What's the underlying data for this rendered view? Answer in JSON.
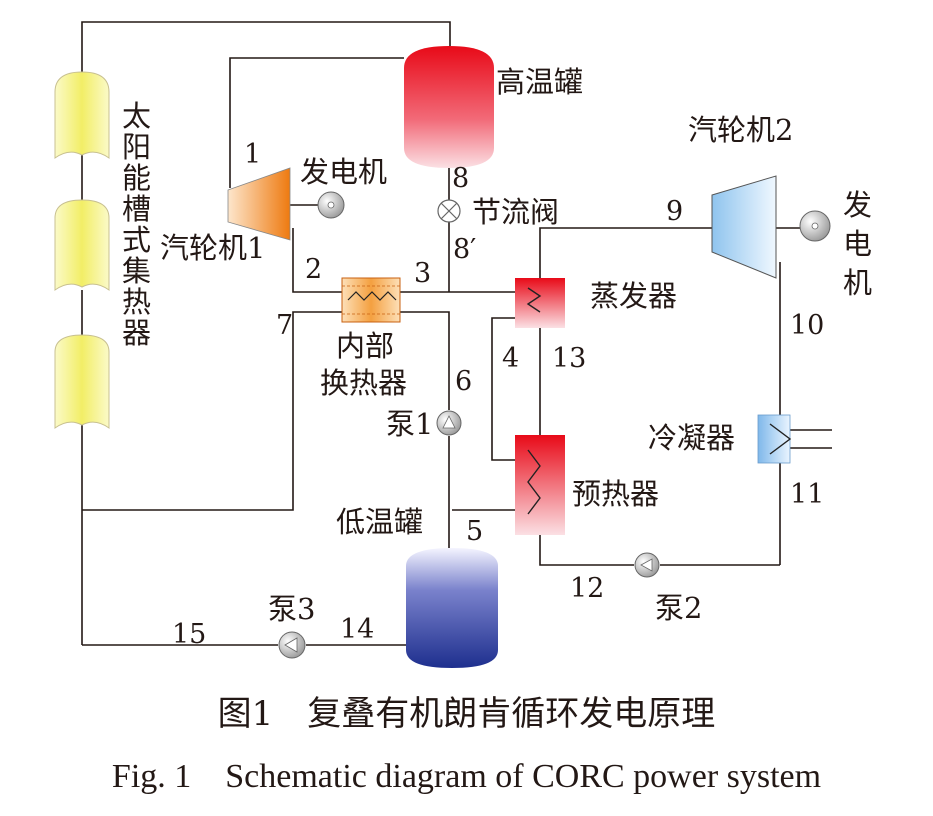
{
  "labels": {
    "high_tank": "高温罐",
    "low_tank": "低温罐",
    "turbine1": "汽轮机1",
    "turbine2": "汽轮机2",
    "generator1": "发电机",
    "generator2_line1": "发",
    "generator2_line2": "电",
    "generator2_line3": "机",
    "throttle": "节流阀",
    "ihx_line1": "内部",
    "ihx_line2": "换热器",
    "evaporator": "蒸发器",
    "preheater": "预热器",
    "condenser": "冷凝器",
    "pump1": "泵1",
    "pump2": "泵2",
    "pump3": "泵3",
    "collector_chars": [
      "太",
      "阳",
      "能",
      "槽",
      "式",
      "集",
      "热",
      "器"
    ]
  },
  "state_points": [
    "1",
    "2",
    "3",
    "4",
    "5",
    "6",
    "7",
    "8",
    "8′",
    "9",
    "10",
    "11",
    "12",
    "13",
    "14",
    "15"
  ],
  "caption": {
    "cn": "图1　复叠有机朗肯循环发电原理",
    "en": "Fig. 1　Schematic diagram of CORC power system"
  },
  "colors": {
    "high_tank": "#e8101e",
    "low_tank": "#2a3a9a",
    "turbine1": "#f08020",
    "turbine2": "#a8d0f0",
    "collector": "#f4f06a",
    "heat_exchanger": "#e8101e",
    "ihx": "#f5a040",
    "condenser": "#a8d0f0",
    "line": "#231815"
  }
}
